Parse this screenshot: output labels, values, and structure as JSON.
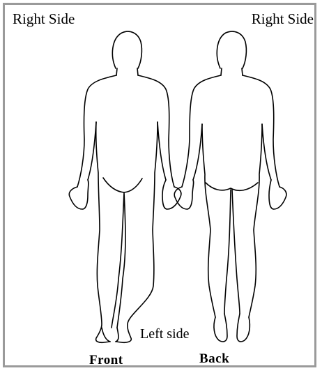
{
  "labels": {
    "right_side_front": "Right Side",
    "right_side_back": "Right Side",
    "left_side": "Left side",
    "front": "Front",
    "back": "Back"
  },
  "figures": [
    {
      "view": "Front",
      "icon": "body-front-outline"
    },
    {
      "view": "Back",
      "icon": "body-back-outline"
    }
  ],
  "colors": {
    "frame": "#9a9a9a",
    "outline": "#000000",
    "background": "#ffffff"
  }
}
